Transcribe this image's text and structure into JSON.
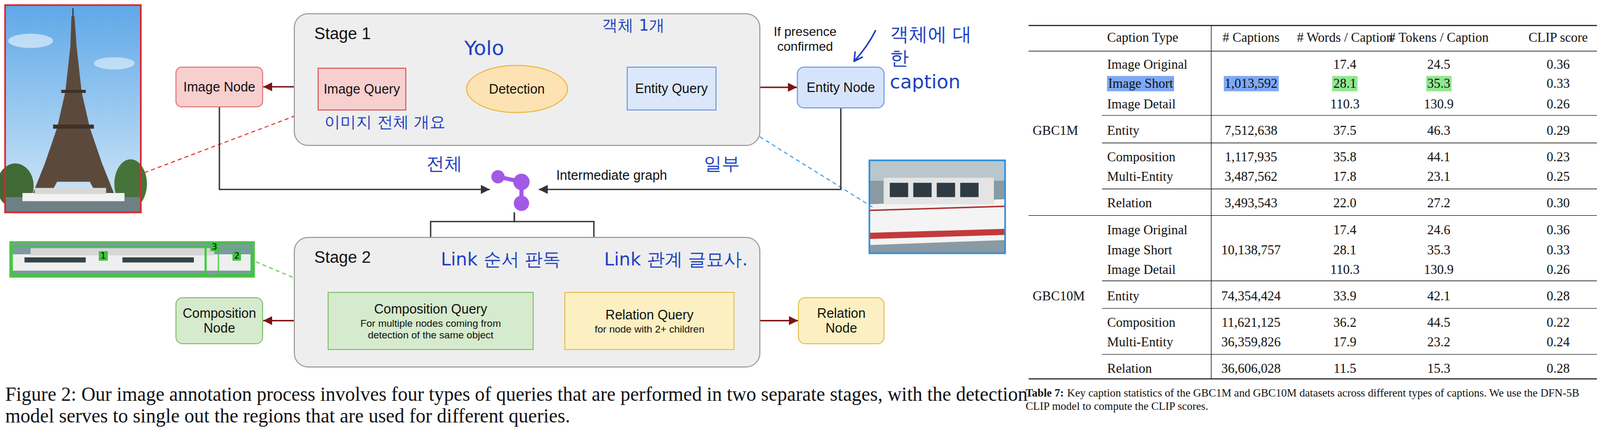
{
  "diagram": {
    "caption": "Figure 2: Our image annotation process involves four types of queries that are performed in two separate stages, with the detection model serves to single out the regions that are used for different queries.",
    "nodes": [
      {
        "text": [
          "Image Node"
        ]
      },
      {
        "text": [
          "Stage 1"
        ]
      },
      {
        "text": [
          "Image Query"
        ],
        "in": 1
      },
      {
        "text": [
          "Detection"
        ],
        "in": 1
      },
      {
        "text": [
          "Entity Query"
        ],
        "in": 1
      },
      {
        "text": [
          "Entity Node"
        ]
      },
      {
        "text": [
          "Intermediate graph"
        ]
      },
      {
        "text": [
          "Composition Node"
        ]
      },
      {
        "text": [
          "Stage 2"
        ]
      },
      {
        "text": [
          "Composition Query",
          "For multiple nodes coming from detection of the same object"
        ],
        "in": 8
      },
      {
        "text": [
          "Relation Query",
          "for node with 2+ children"
        ],
        "in": 8
      },
      {
        "text": [
          "Relation Node"
        ]
      }
    ],
    "edges": [
      {
        "from": 2,
        "to": 0,
        "arrow": "to"
      },
      {
        "from": 2,
        "to": 3,
        "arrow": "to"
      },
      {
        "from": 3,
        "to": 4,
        "arrow": "to"
      },
      {
        "from": 4,
        "to": 3,
        "arrow": "to"
      },
      {
        "from": 4,
        "to": 5,
        "label": "If presence confirmed",
        "arrow": "to"
      },
      {
        "from": 0,
        "to": 6,
        "arrow": "to"
      },
      {
        "from": 5,
        "to": 6,
        "arrow": "to"
      },
      {
        "from": 6,
        "to": 9,
        "arrow": "to"
      },
      {
        "from": 6,
        "to": 10,
        "arrow": "to"
      },
      {
        "from": 9,
        "to": 7,
        "arrow": "to"
      },
      {
        "from": 10,
        "to": 11,
        "arrow": "to"
      }
    ],
    "labels": [
      "Yolo",
      "객체 1개",
      "객체에 대한 caption",
      "이미지 전체 개요",
      "전체",
      "일부",
      "Link 순서 판독",
      "Link 관계 글묘사.",
      "1",
      "3",
      "2",
      "Caption Type",
      "# Captions",
      "# Words / Caption",
      "# Tokens / Caption",
      "CLIP score",
      "GBC1M",
      "Image Original",
      "17.4",
      "24.5",
      "0.36",
      "Image Short",
      "1,013,592",
      "28.1",
      "35.3",
      "0.33",
      "Image Detail",
      "110.3",
      "130.9",
      "0.26",
      "Entity",
      "7,512,638",
      "37.5",
      "46.3",
      "0.29",
      "Composition",
      "1,117,935",
      "35.8",
      "44.1",
      "0.23",
      "Multi-Entity",
      "3,487,562",
      "17.8",
      "23.1",
      "0.25",
      "Relation",
      "3,493,543",
      "22.0",
      "27.2",
      "0.30",
      "GBC10M",
      "Image Original",
      "17.4",
      "24.6",
      "0.36",
      "Image Short",
      "10,138,757",
      "28.1",
      "35.3",
      "0.33",
      "Image Detail",
      "110.3",
      "130.9",
      "0.26",
      "Entity",
      "74,354,424",
      "33.9",
      "42.1",
      "0.28",
      "Composition",
      "11,621,125",
      "36.2",
      "44.5",
      "0.22",
      "Multi-Entity",
      "36,359,826",
      "17.9",
      "23.2",
      "0.24",
      "Relation",
      "36,606,028",
      "11.5",
      "15.3",
      "0.28",
      "Table 7:",
      "Key caption statistics of the GBC1M and GBC10M datasets across different types of captions. We use the DFN-5B CLIP model to compute the CLIP scores."
    ]
  }
}
